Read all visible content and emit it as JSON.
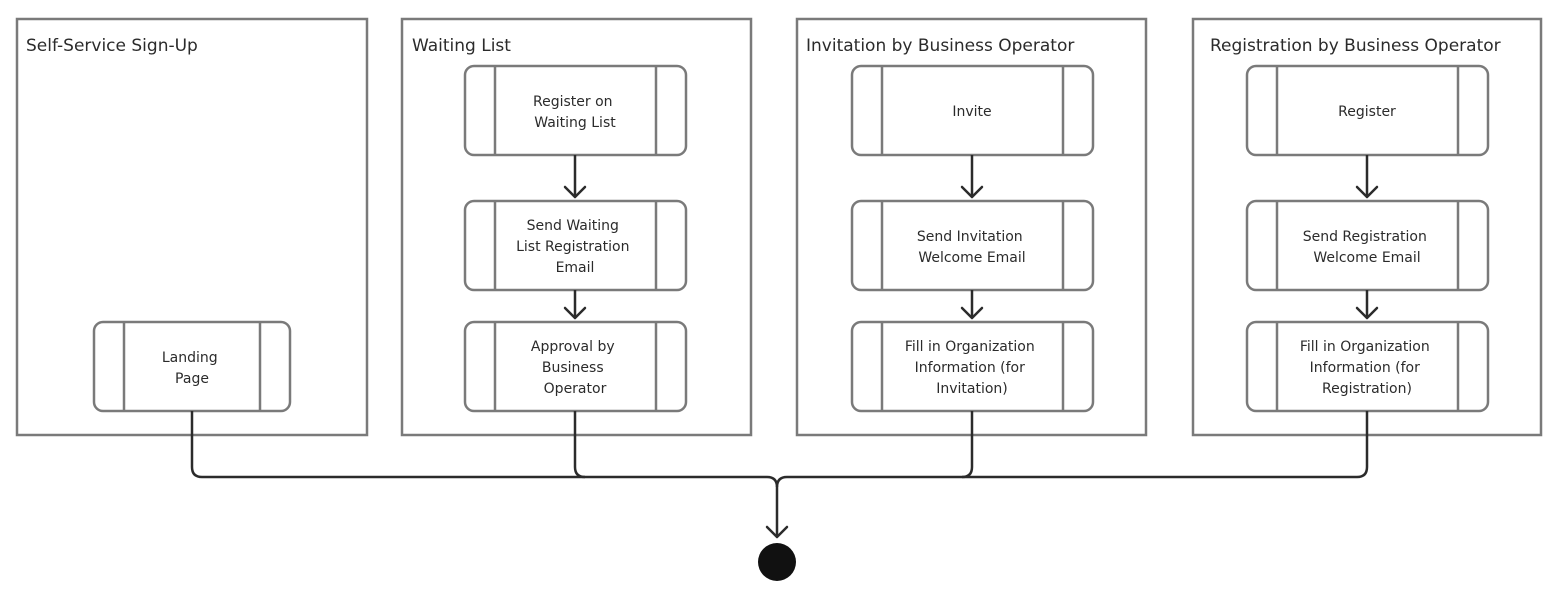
{
  "lanes": [
    {
      "title": "Self-Service Sign-Up",
      "steps": [
        {
          "lines": [
            "Landing",
            "Page"
          ]
        }
      ]
    },
    {
      "title": "Waiting List",
      "steps": [
        {
          "lines": [
            "Register on",
            "Waiting List"
          ]
        },
        {
          "lines": [
            "Send Waiting",
            "List Registration",
            "Email"
          ]
        },
        {
          "lines": [
            "Approval by",
            "Business",
            "Operator"
          ]
        }
      ]
    },
    {
      "title": "Invitation by Business Operator",
      "steps": [
        {
          "lines": [
            "Invite"
          ]
        },
        {
          "lines": [
            "Send Invitation",
            "Welcome Email"
          ]
        },
        {
          "lines": [
            "Fill in Organization",
            "Information (for",
            "Invitation)"
          ]
        }
      ]
    },
    {
      "title": "Registration by Business Operator",
      "steps": [
        {
          "lines": [
            "Register"
          ]
        },
        {
          "lines": [
            "Send Registration",
            "Welcome Email"
          ]
        },
        {
          "lines": [
            "Fill in Organization",
            "Information (for",
            "Registration)"
          ]
        }
      ]
    }
  ],
  "colors": {
    "frame": "#7a7a7a",
    "line": "#2b2b2b",
    "final_node": "#111111"
  },
  "icons": {
    "final_node": "filled-circle"
  }
}
